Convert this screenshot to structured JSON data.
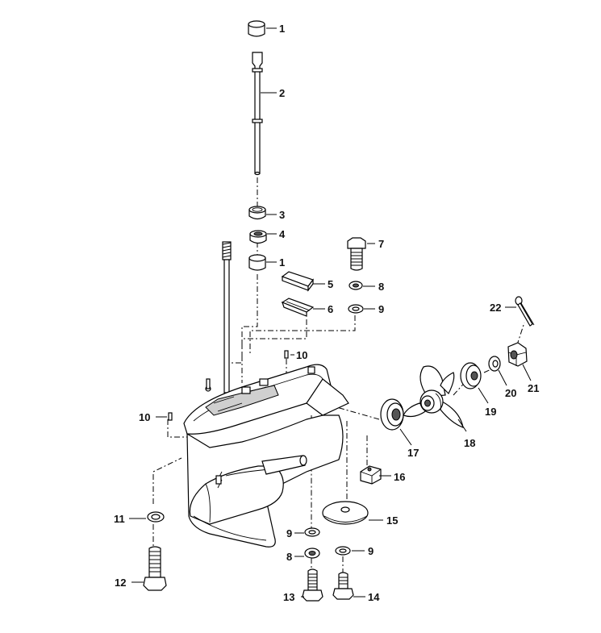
{
  "callouts": {
    "c1a": "1",
    "c2": "2",
    "c3": "3",
    "c4": "4",
    "c1b": "1",
    "c5": "5",
    "c6": "6",
    "c7": "7",
    "c8a": "8",
    "c9a": "9",
    "c10a": "10",
    "c10b": "10",
    "c11": "11",
    "c12": "12",
    "c9b": "9",
    "c8b": "8",
    "c13": "13",
    "c14": "14",
    "c9c": "9",
    "c15": "15",
    "c16": "16",
    "c17": "17",
    "c18": "18",
    "c19": "19",
    "c20": "20",
    "c21": "21",
    "c22": "22"
  }
}
